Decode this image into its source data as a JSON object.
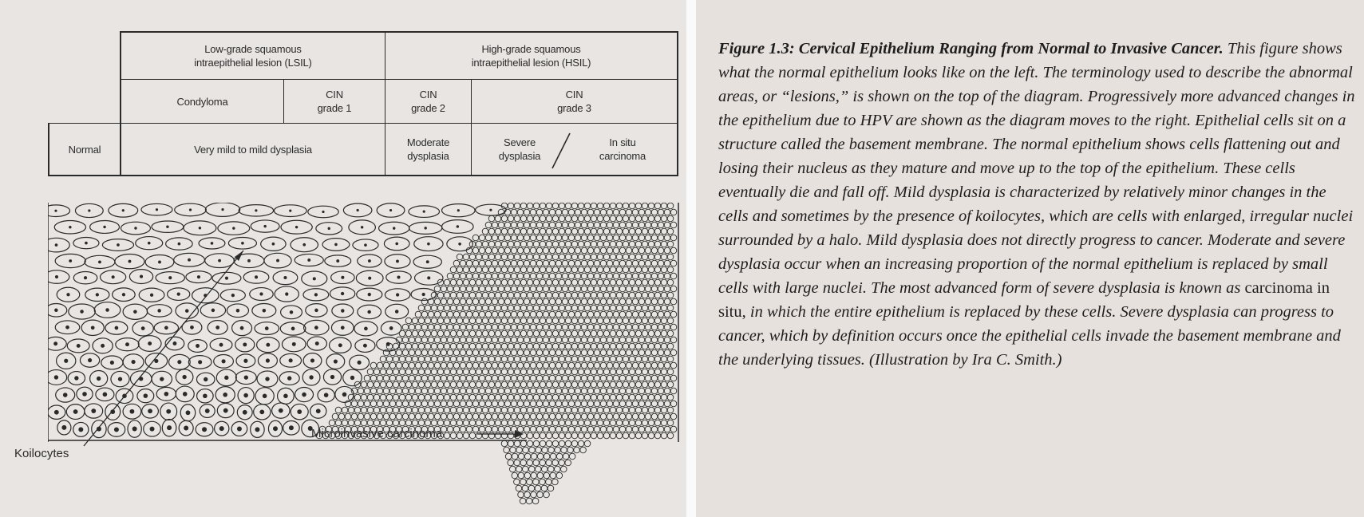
{
  "table": {
    "lsil": "Low-grade squamous intraepithelial lesion (LSIL)",
    "lsil_line1": "Low-grade squamous",
    "lsil_line2": "intraepithelial lesion (LSIL)",
    "hsil_line1": "High-grade squamous",
    "hsil_line2": "intraepithelial lesion (HSIL)",
    "condyloma": "Condyloma",
    "cin1_a": "CIN",
    "cin1_b": "grade 1",
    "cin2_a": "CIN",
    "cin2_b": "grade 2",
    "cin3_a": "CIN",
    "cin3_b": "grade 3",
    "normal": "Normal",
    "very_mild": "Very mild to mild dysplasia",
    "moderate_a": "Moderate",
    "moderate_b": "dysplasia",
    "severe_a": "Severe",
    "severe_b": "dysplasia",
    "insitu_a": "In situ",
    "insitu_b": "carcinoma"
  },
  "labels": {
    "koilocytes": "Koilocytes",
    "microinvasive": "Microinvasive carcinoma"
  },
  "caption": {
    "title": "Figure 1.3: Cervical Epithelium Ranging from Normal to Invasive Cancer.",
    "body_1": " This figure shows what the normal epithelium looks like on the left. The terminology used to describe the abnormal areas, or “lesions,” is shown on the top of the diagram. Progressively more advanced changes in the epithelium due to HPV are shown as the diagram moves to the right. Epithelial cells sit on a structure called the basement membrane. The normal epithelium shows cells flattening out and losing their nucleus as they mature and move up to the top of the epithelium. These cells eventually die and fall off. Mild dysplasia is characterized by relatively minor changes in the cells and sometimes by the presence of koilocytes, which are cells with enlarged, irregular nuclei surrounded by a halo. Mild dysplasia does not directly progress to cancer. Moderate and severe dysplasia occur when an increasing proportion of the normal epithelium is replaced by small cells with large nuclei. The most advanced form of severe dysplasia is known as ",
    "term": "carcinoma in situ,",
    "body_2": " in which the entire epithelium is replaced by these cells. Severe dysplasia can progress to cancer, which by definition occurs once the epithelial cells invade the basement membrane and the underlying tissues. (Illustration by Ira C. Smith.)"
  },
  "colors": {
    "ink": "#2a2a2a",
    "paper": "#e9e5e2"
  }
}
